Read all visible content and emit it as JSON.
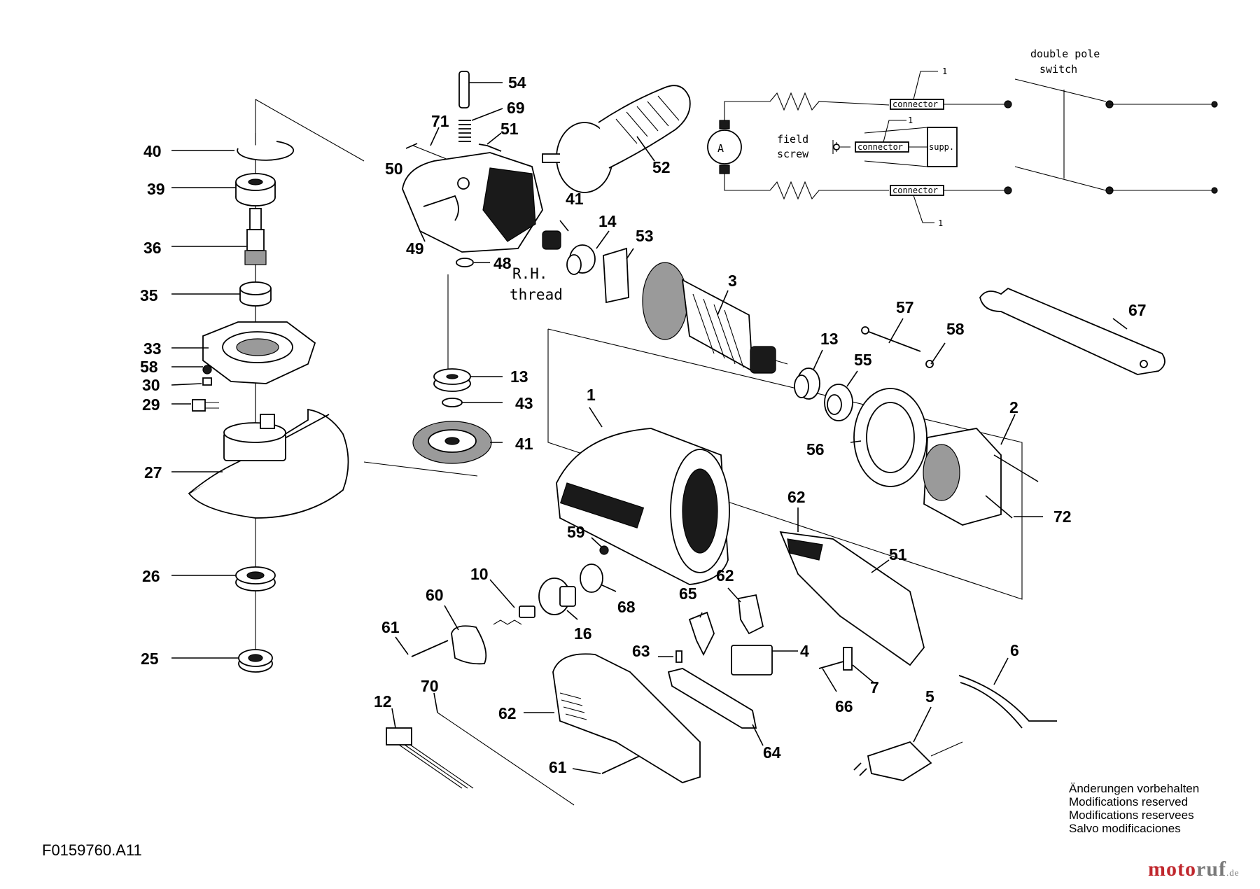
{
  "parts": {
    "p40": "40",
    "p39": "39",
    "p36": "36",
    "p35": "35",
    "p33": "33",
    "p58a": "58",
    "p30": "30",
    "p29": "29",
    "p27": "27",
    "p26": "26",
    "p25": "25",
    "p54": "54",
    "p69": "69",
    "p71": "71",
    "p51a": "51",
    "p50": "50",
    "p52": "52",
    "p41a": "41",
    "p14": "14",
    "p53": "53",
    "p49": "49",
    "p48": "48",
    "p3": "3",
    "p13a": "13",
    "p43": "43",
    "p41b": "41",
    "p57": "57",
    "p58b": "58",
    "p67": "67",
    "p13b": "13",
    "p55": "55",
    "p1": "1",
    "p2": "2",
    "p56": "56",
    "p72": "72",
    "p62a": "62",
    "p59": "59",
    "p51b": "51",
    "p10": "10",
    "p60": "60",
    "p68": "68",
    "p62b": "62",
    "p65": "65",
    "p61a": "61",
    "p16": "16",
    "p4": "4",
    "p6": "6",
    "p63": "63",
    "p7": "7",
    "p66": "66",
    "p5": "5",
    "p12": "12",
    "p70": "70",
    "p62c": "62",
    "p64": "64",
    "p61b": "61"
  },
  "thread_note": [
    "R.H.",
    "thread"
  ],
  "wiring": {
    "motor_symbol": "A",
    "field_screw": [
      "field",
      "screw"
    ],
    "switch_label": [
      "double pole",
      "switch"
    ],
    "connector": "connector",
    "supp": "supp.",
    "ref_one": "1"
  },
  "footer": {
    "notes": [
      "Änderungen vorbehalten",
      "Modifications reserved",
      "Modifications reservees",
      "Salvo modificaciones"
    ],
    "doc_id": "F0159760.A11",
    "brand": {
      "m": "moto",
      "o": "ruf",
      "tld": ".de"
    }
  }
}
